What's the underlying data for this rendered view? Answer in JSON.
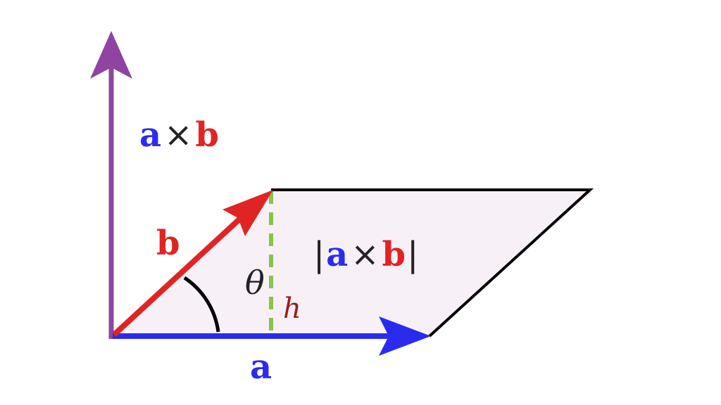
{
  "colors": {
    "a": "#2b2bf0",
    "b": "#e02424",
    "cross": "#8e44a0",
    "height": "#8bc34a",
    "parallelogram_fill": "#f7f0f7",
    "outline": "#000000",
    "h_label": "#9b1c1c",
    "text": "#222222"
  },
  "labels": {
    "cross_top": {
      "a": "a",
      "op": "×",
      "b": "b"
    },
    "cross_mag": {
      "bar_left": "|",
      "a": "a",
      "op": "×",
      "b": "b",
      "bar_right": "|"
    },
    "vector_a": "a",
    "vector_b": "b",
    "angle": "θ",
    "height": "h"
  }
}
